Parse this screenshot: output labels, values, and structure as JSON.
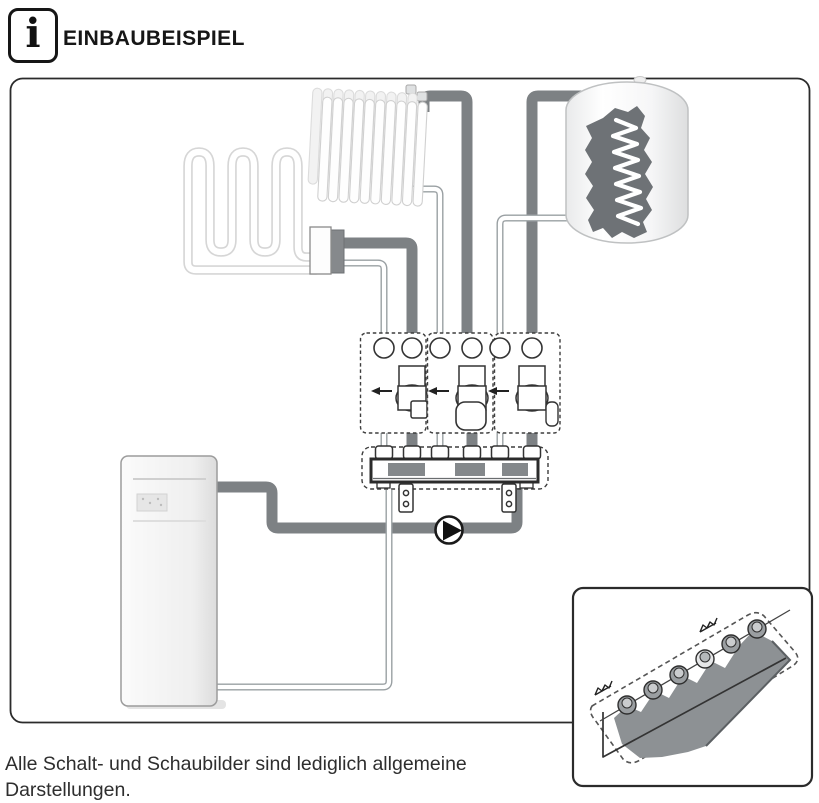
{
  "header": {
    "icon_glyph": "i",
    "title": "EINBAUBEISPIEL"
  },
  "caption": "Alle Schalt- und Schaubilder sind lediglich allgemeine Darstellungen.",
  "icons": {
    "info_icon": "serif letter i in rounded square",
    "circulation_pump_icon": "circle with black right-pointing triangle",
    "flow_direction_arrow": "small left arrow inside each pump group"
  },
  "colors": {
    "outline": "#2b2b2b",
    "pipe_thick_gray": "#7d8184",
    "pipe_thin_outline": "#9aa0a3",
    "manifold_segment_gray": "#84888b",
    "tank_cutaway_gray": "#6e7276",
    "inset_manifold_gray": "#8d9194"
  },
  "diagram": {
    "components": [
      "underfloor-heating-coil",
      "underfloor-connector-block",
      "radiator",
      "hot-water-cylinder",
      "pump-group-1",
      "pump-group-2",
      "pump-group-3",
      "distribution-manifold",
      "circulation-pump",
      "heat-pump-unit",
      "manifold-detail-inset"
    ]
  }
}
